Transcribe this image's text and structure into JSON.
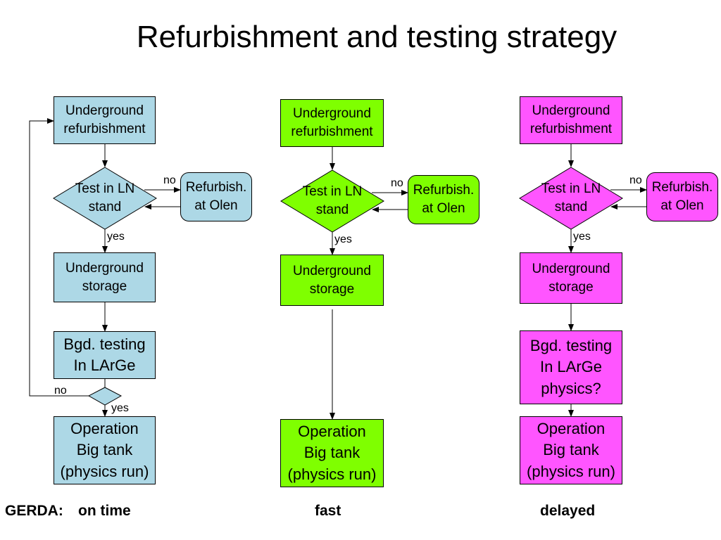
{
  "title": "Refurbishment and testing strategy",
  "colors": {
    "blue": "#add8e6",
    "green": "#7fff00",
    "magenta": "#ff55ff",
    "stroke": "#000000"
  },
  "labels": {
    "no": "no",
    "yes": "yes"
  },
  "columns": [
    {
      "refurb": "Underground\nrefurbishment",
      "test": "Test in LN\nstand",
      "olen": "Refurbish.\nat Olen",
      "storage": "Underground\nstorage",
      "bgd": "Bgd. testing\nIn LArGe",
      "operation": "Operation\nBig tank\n(physics run)",
      "caption": "on time"
    },
    {
      "refurb": "Underground\nrefurbishment",
      "test": "Test in LN\nstand",
      "olen": "Refurbish.\nat Olen",
      "storage": "Underground\nstorage",
      "operation": "Operation\nBig tank\n(physics run)",
      "caption": "fast"
    },
    {
      "refurb": "Underground\nrefurbishment",
      "test": "Test in LN\nstand",
      "olen": "Refurbish.\nat Olen",
      "storage": "Underground\nstorage",
      "bgd": "Bgd. testing\nIn LArGe\nphysics?",
      "operation": "Operation\nBig tank\n(physics run)",
      "caption": "delayed"
    }
  ],
  "gerda_label": "GERDA:"
}
